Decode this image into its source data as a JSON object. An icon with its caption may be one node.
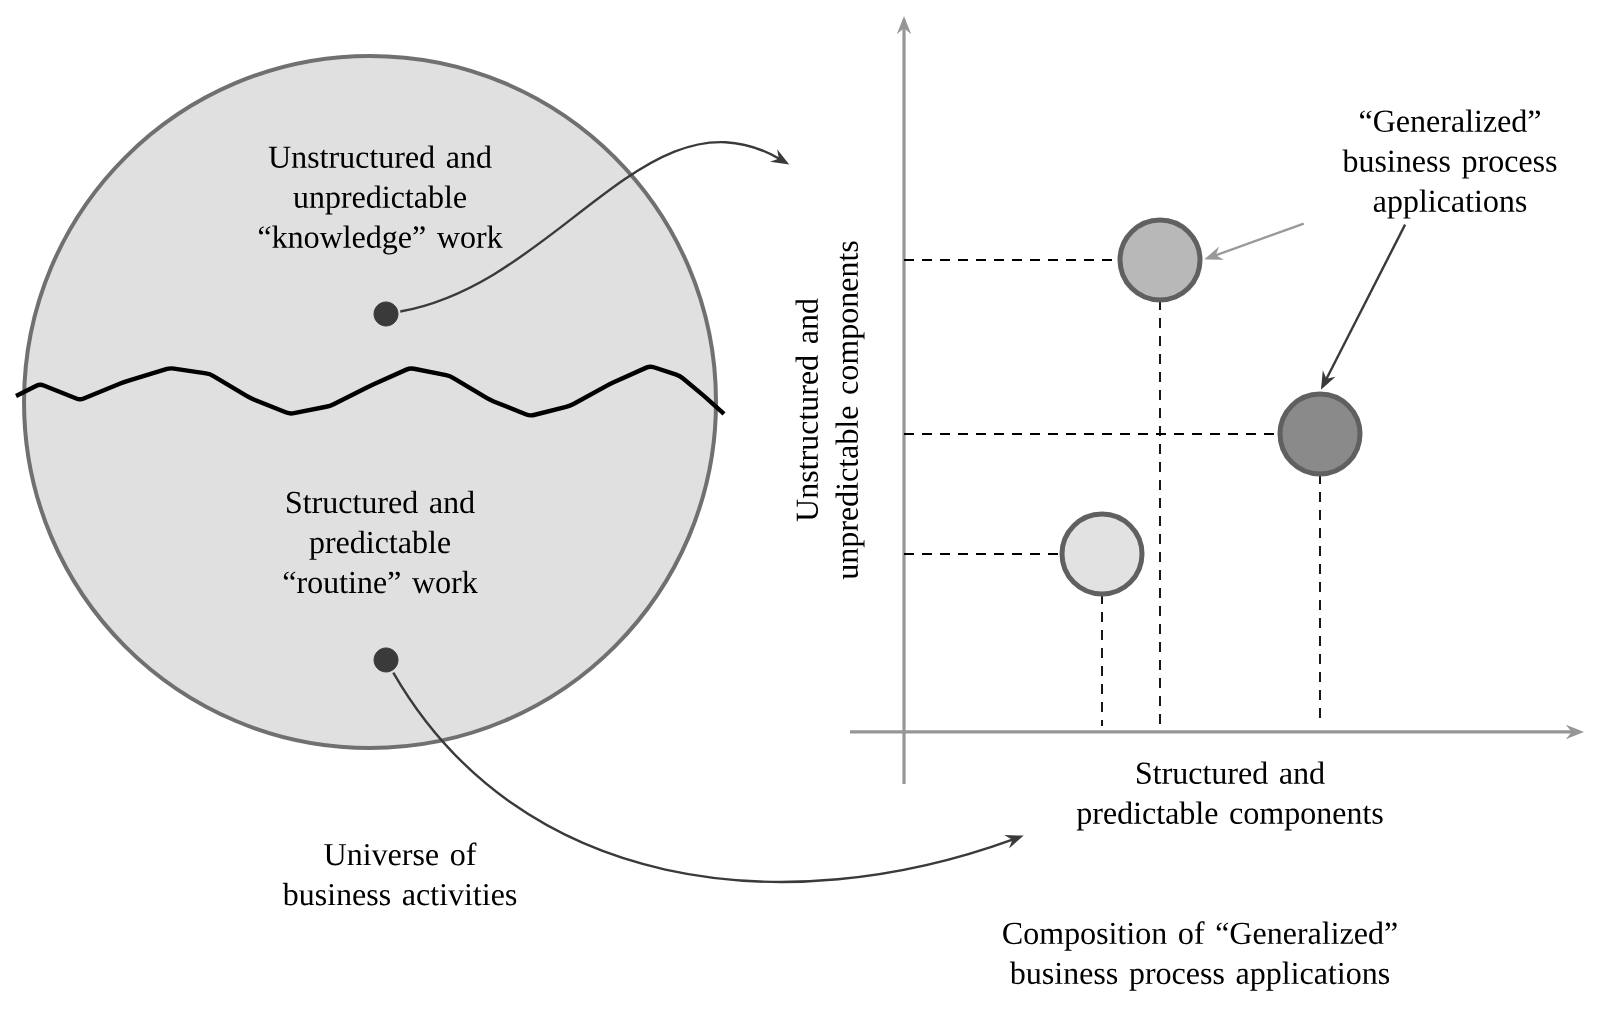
{
  "diagram": {
    "caption": "Composition of “Generalized” business process applications",
    "nodes": [
      {
        "text": [
          "Unstructured and unpredictable “knowledge” work",
          "Structured and predictable “routine” work"
        ],
        "beside": [
          "Universe of business activities"
        ]
      },
      {
        "text": [],
        "shape": "circle",
        "in": 0
      },
      {
        "text": [],
        "shape": "circle",
        "in": 0
      },
      {
        "text": [],
        "shape": "circle"
      },
      {
        "text": [],
        "shape": "circle"
      },
      {
        "text": [],
        "shape": "circle"
      },
      {
        "text": [
          "“Generalized” business process applications"
        ]
      },
      {
        "text": [
          "Unstructured and unpredictable components"
        ]
      },
      {
        "text": [
          "Structured and predictable components"
        ]
      }
    ],
    "edges": [
      {
        "from": 1,
        "to": 7,
        "arrow": "to"
      },
      {
        "from": 2,
        "to": 8,
        "arrow": "to"
      },
      {
        "from": 6,
        "to": 3,
        "arrow": "to",
        "color": "#999999"
      },
      {
        "from": 6,
        "to": 4,
        "arrow": "to"
      }
    ]
  }
}
